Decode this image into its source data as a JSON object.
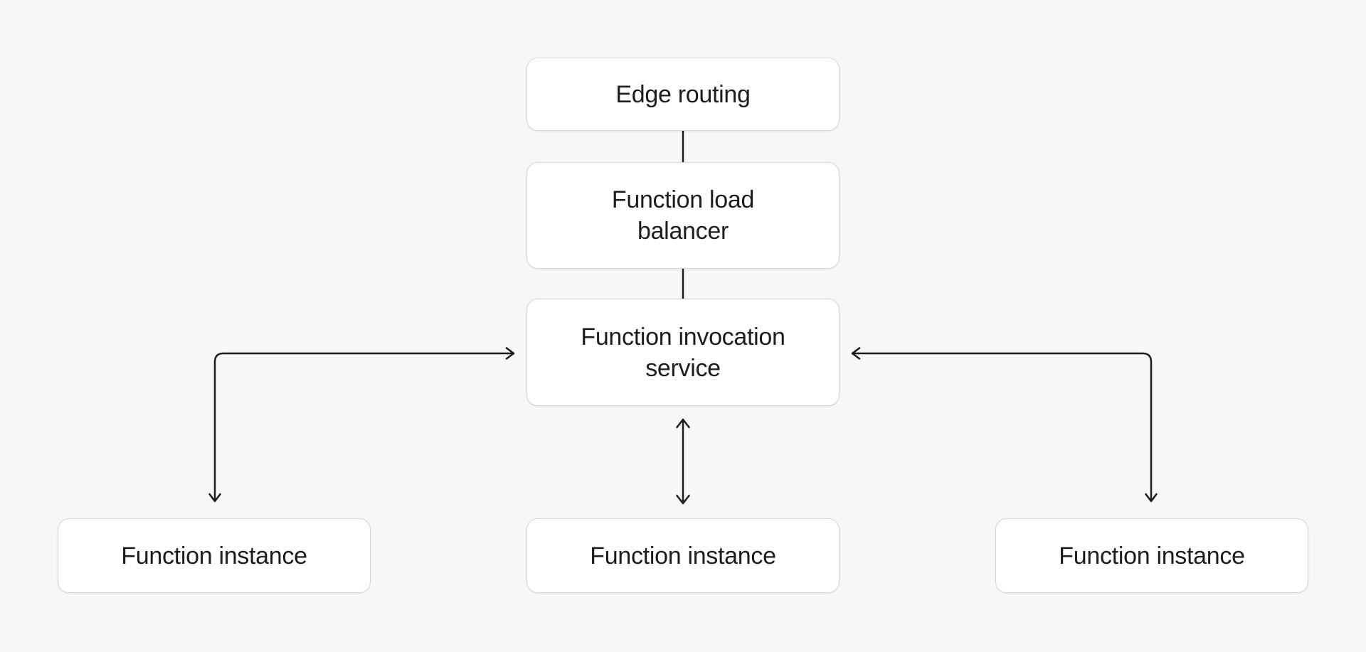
{
  "diagram": {
    "nodes": {
      "edge_routing": {
        "label": "Edge routing"
      },
      "function_load_balancer": {
        "label": "Function load\nbalancer"
      },
      "function_invocation_service": {
        "label": "Function invocation\nservice"
      },
      "function_instance_left": {
        "label": "Function instance"
      },
      "function_instance_center": {
        "label": "Function instance"
      },
      "function_instance_right": {
        "label": "Function instance"
      }
    },
    "connectors": [
      {
        "from": "edge_routing",
        "to": "function_load_balancer",
        "style": "plain-line"
      },
      {
        "from": "function_load_balancer",
        "to": "function_invocation_service",
        "style": "plain-line"
      },
      {
        "from": "function_invocation_service",
        "to": "function_instance_center",
        "style": "double-headed-arrow"
      },
      {
        "from": "function_invocation_service",
        "to": "function_instance_left",
        "style": "elbow-double-headed-arrow"
      },
      {
        "from": "function_invocation_service",
        "to": "function_instance_right",
        "style": "elbow-double-headed-arrow"
      }
    ],
    "colors": {
      "background": "#f7f7f7",
      "node_fill": "#ffffff",
      "node_border": "#d7d7d7",
      "text": "#1d1d1d",
      "connector": "#1d1d1d"
    }
  }
}
